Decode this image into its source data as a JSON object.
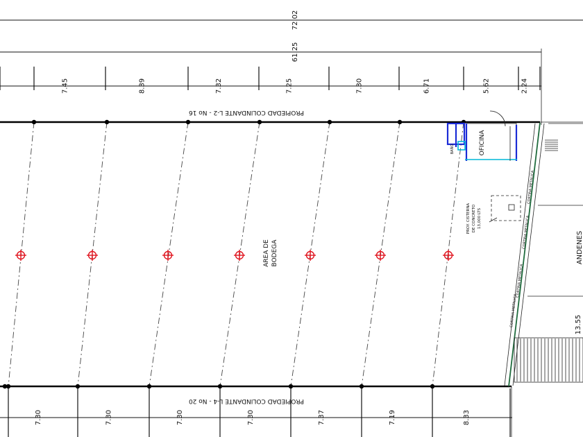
{
  "overall_dims": [
    "72.02",
    "61.25"
  ],
  "top_bays": [
    "7.45",
    "8.39",
    "7.32",
    "7.25",
    "7.30",
    "6.71",
    "5.62",
    "2.24"
  ],
  "bottom_bays": [
    "7.30",
    "7.30",
    "7.30",
    "7.30",
    "7.37",
    "7.19",
    "8.33"
  ],
  "labels": {
    "north_neighbor": "PROPIEDAD COLINDANTE L-2 - No 16",
    "south_neighbor": "PROPIEDAD COLINDANTE L-4 - No 20",
    "warehouse_line1": "AREA DE",
    "warehouse_line2": "BODEGA",
    "office": "OFICINA",
    "cistern_1": "PROY. CISTERNA",
    "cistern_2": "DE CONCRETO",
    "cistern_3": "13,000 LTS",
    "platform": "ANDENES",
    "platform_dim": "13.55",
    "metal_curtain": "CORTINA METALICA",
    "toilet": "BAÑO"
  },
  "colors": {
    "office_walls": "#1a2bd6",
    "office_fixtures": "#00b7d8",
    "column_marker": "#e0141e",
    "east_wall": "#1f6b3d"
  }
}
